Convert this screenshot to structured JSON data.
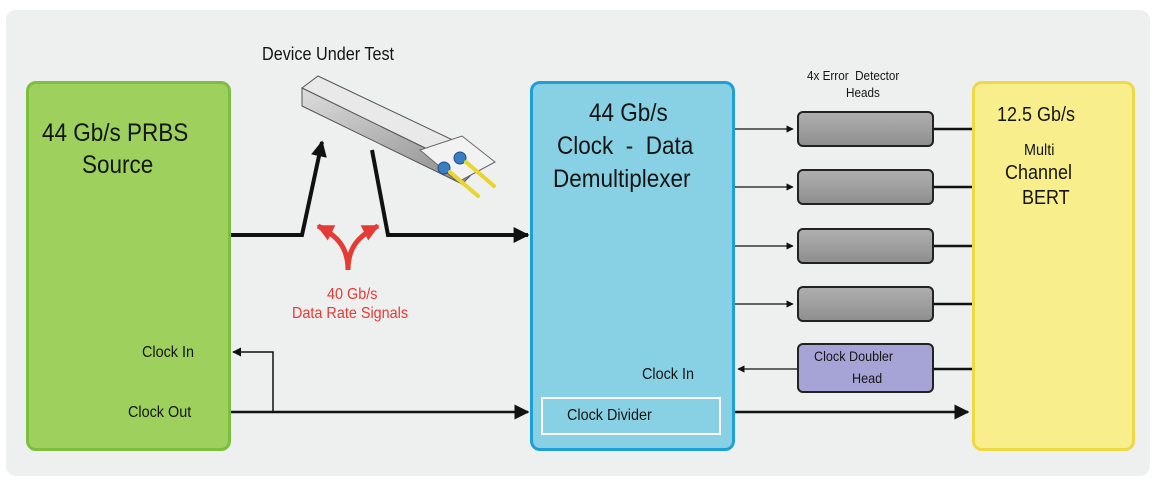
{
  "source": {
    "line1": "44 Gb/s PRBS",
    "line2": "Source",
    "clock_in": "Clock In",
    "clock_out": "Clock Out"
  },
  "dut": {
    "label": "Device Under Test"
  },
  "signals": {
    "line1": "40 Gb/s",
    "line2": "Data Rate Signals"
  },
  "demux": {
    "line1": "44 Gb/s",
    "line2": "Clock  -  Data",
    "line3": "Demultiplexer",
    "clock_in": "Clock In",
    "divider": "Clock Divider"
  },
  "error_heads": {
    "line1": "4x Error  Detector",
    "line2": "Heads"
  },
  "doubler": {
    "line1": "Clock Doubler",
    "line2": "Head"
  },
  "bert": {
    "line1": "12.5 Gb/s",
    "line2": "Multi",
    "line3": "Channel",
    "line4": "BERT"
  },
  "colors": {
    "source_fill": "#9ed05d",
    "demux_fill": "#88d0e3",
    "bert_fill": "#f8ee8c",
    "doubler_fill": "#a6a4d6",
    "signal_arrow": "#e53b36"
  }
}
